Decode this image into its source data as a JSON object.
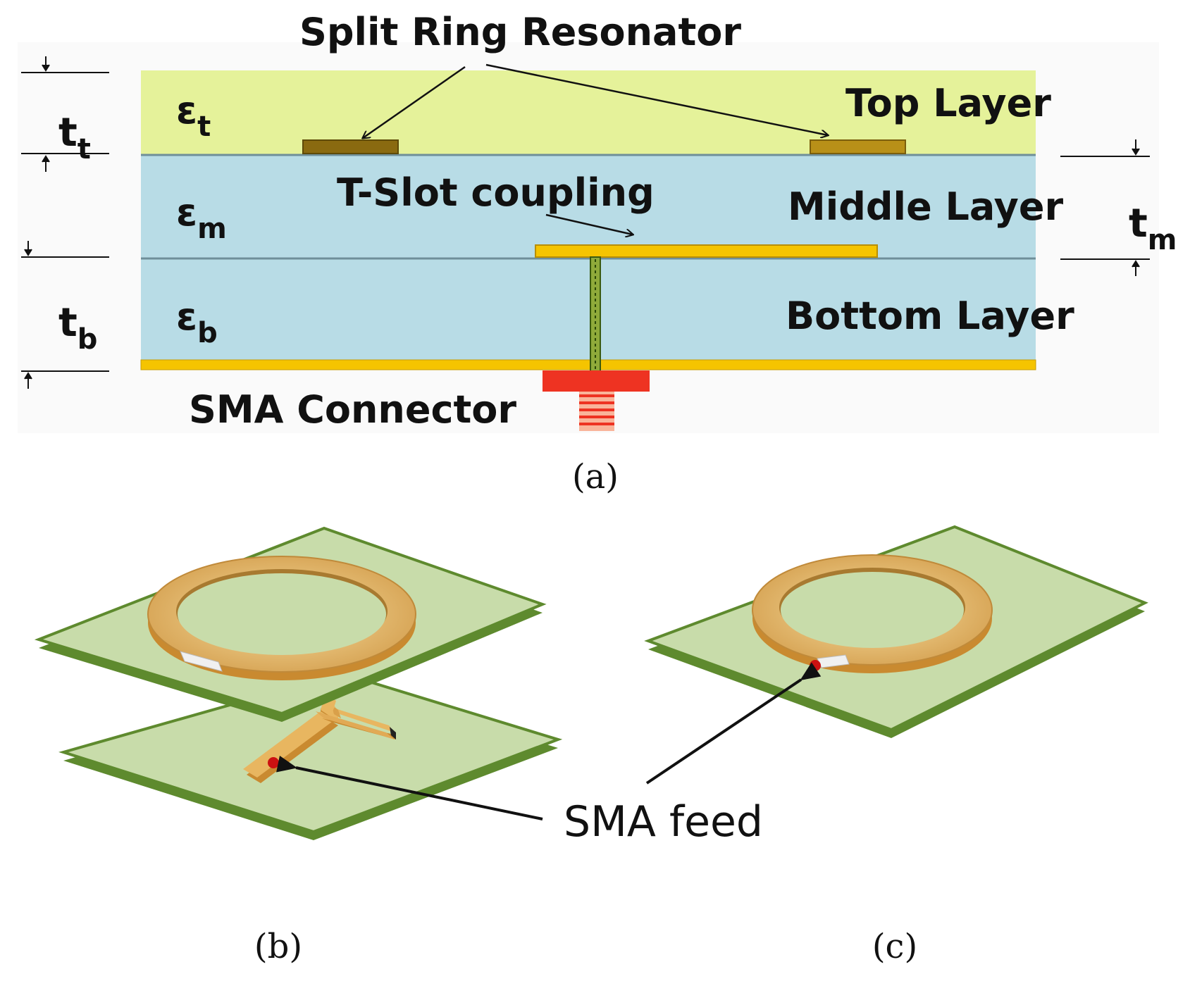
{
  "panel_a": {
    "split_ring_label": "Split Ring Resonator",
    "top_layer_label": "Top Layer",
    "middle_layer_label": "Middle Layer",
    "bottom_layer_label": "Bottom Layer",
    "t_slot_label": "T-Slot coupling",
    "sma_connector_label": "SMA Connector",
    "eps_t": {
      "base": "ε",
      "sub": "t"
    },
    "eps_m": {
      "base": "ε",
      "sub": "m"
    },
    "eps_b": {
      "base": "ε",
      "sub": "b"
    },
    "t_t": {
      "base": "t",
      "sub": "t"
    },
    "t_m": {
      "base": "t",
      "sub": "m"
    },
    "t_b": {
      "base": "t",
      "sub": "b"
    },
    "caption": "(a)"
  },
  "panel_b": {
    "caption": "(b)"
  },
  "panel_c": {
    "caption": "(c)"
  },
  "sma_feed_label": "SMA feed",
  "colors": {
    "top_layer": "#e5f29a",
    "middle_layer": "#b8dce6",
    "bottom_layer": "#b8dce6",
    "copper": "#f5c400",
    "resonator": "#8a6a10",
    "sma": "#ee3322",
    "substrate_3d": "#c8dcaa",
    "substrate_edge": "#5e8a2e",
    "ring_gold": "#e8c47a"
  }
}
